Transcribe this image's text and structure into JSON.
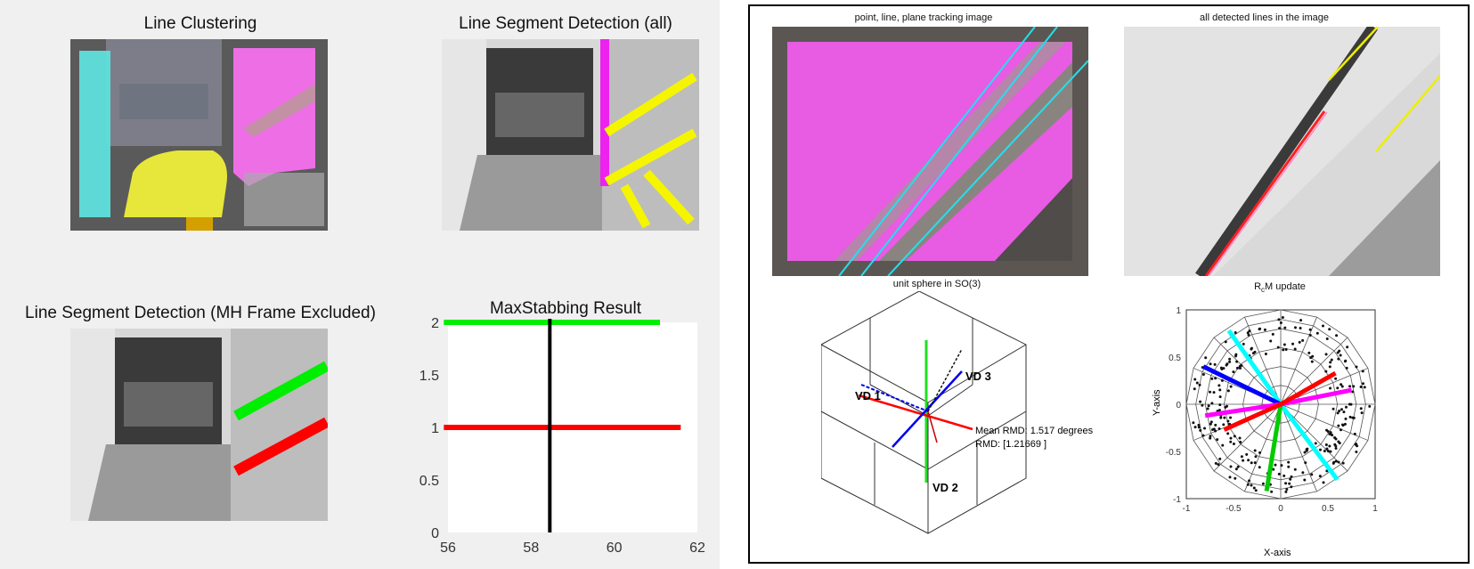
{
  "left": {
    "panel_line_clustering": {
      "title": "Line Clustering"
    },
    "panel_lsd_all": {
      "title": "Line Segment Detection (all)"
    },
    "panel_lsd_excluded": {
      "title": "Line Segment Detection (MH Frame Excluded)"
    },
    "panel_maxstabbing": {
      "title": "MaxStabbing Result"
    }
  },
  "right": {
    "panel_tracking": {
      "title": "point, line, plane tracking image"
    },
    "panel_all_lines": {
      "title": "all detected lines in the image"
    },
    "panel_unit_sphere": {
      "title": "unit sphere in SO(3)",
      "labels": {
        "vd1": "VD 1",
        "vd2": "VD 2",
        "vd3": "VD 3"
      },
      "mean_rmd": "Mean RMD: 1.517 degrees",
      "rmd": "RMD: [1.21669 ]"
    },
    "panel_rcm": {
      "title_main": "R",
      "title_sub": "c",
      "title_rest": "M update",
      "xlabel": "X-axis",
      "ylabel": "Y-axis"
    }
  },
  "chart_data": [
    {
      "type": "bar",
      "title": "MaxStabbing Result",
      "xlim": [
        56,
        62
      ],
      "ylim": [
        0,
        2
      ],
      "xticks": [
        "56",
        "58",
        "60",
        "62"
      ],
      "yticks": [
        "0",
        "0.5",
        "1",
        "1.5",
        "2"
      ],
      "intervals": [
        {
          "y": 2,
          "x_start": 55.9,
          "x_end": 61.1,
          "color": "#00ee00"
        },
        {
          "y": 1,
          "x_start": 55.9,
          "x_end": 61.6,
          "color": "#ff0000"
        }
      ],
      "stabbing_line_x": 58.45,
      "stabbing_color": "#000000"
    },
    {
      "type": "scatter",
      "title": "RcM update",
      "xlabel": "X-axis",
      "ylabel": "Y-axis",
      "xlim": [
        -1,
        1
      ],
      "ylim": [
        -1,
        1
      ],
      "xticks": [
        "-1",
        "-0.5",
        "0",
        "0.5",
        "1"
      ],
      "yticks": [
        "-1",
        "-0.5",
        "0",
        "0.5",
        "1"
      ],
      "vectors": [
        {
          "color": "#00ffff",
          "x": 0.6,
          "y": -0.8
        },
        {
          "color": "#00ffff",
          "x": -0.55,
          "y": 0.78
        },
        {
          "color": "#0000ff",
          "x": -0.82,
          "y": 0.4
        },
        {
          "color": "#00cc00",
          "x": -0.15,
          "y": -0.92
        },
        {
          "color": "#ff00ff",
          "x": 0.75,
          "y": 0.15
        },
        {
          "color": "#ff00ff",
          "x": -0.8,
          "y": -0.12
        },
        {
          "color": "#ff0000",
          "x": -0.6,
          "y": -0.27
        },
        {
          "color": "#ff0000",
          "x": 0.58,
          "y": 0.33
        }
      ]
    }
  ]
}
